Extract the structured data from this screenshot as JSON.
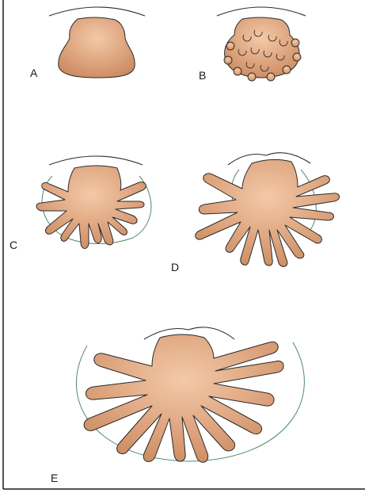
{
  "figure": {
    "panels": [
      {
        "id": "A",
        "label": "A"
      },
      {
        "id": "B",
        "label": "B"
      },
      {
        "id": "C",
        "label": "C"
      },
      {
        "id": "D",
        "label": "D"
      },
      {
        "id": "E",
        "label": "E"
      }
    ]
  },
  "colors": {
    "tissue_light": "#f4c9a8",
    "tissue_dark": "#cc8a60",
    "outline": "#2a2a2a",
    "mesenchyme_line": "#4f8a6a",
    "border": "#1a1a1a"
  }
}
